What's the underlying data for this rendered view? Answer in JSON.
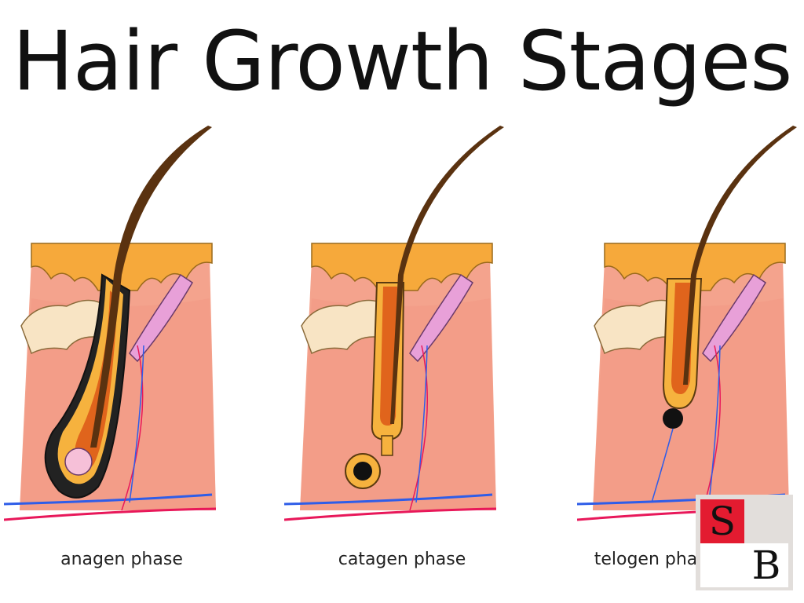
{
  "title": "Hair Growth Stages",
  "stages": [
    {
      "label": "anagen phase"
    },
    {
      "label": "catagen phase"
    },
    {
      "label": "telogen phase"
    }
  ],
  "logo": {
    "letter_top": "S",
    "letter_bottom": "B"
  },
  "colors": {
    "skin": "#f4a38d",
    "epidermis": "#f6a93b",
    "fat": "#f8e4c4",
    "hair": "#5a3210",
    "follicle": "#f6b23e",
    "vein_blue": "#2e5de8",
    "vein_red": "#e8185a",
    "gland": "#e8a0d8"
  }
}
